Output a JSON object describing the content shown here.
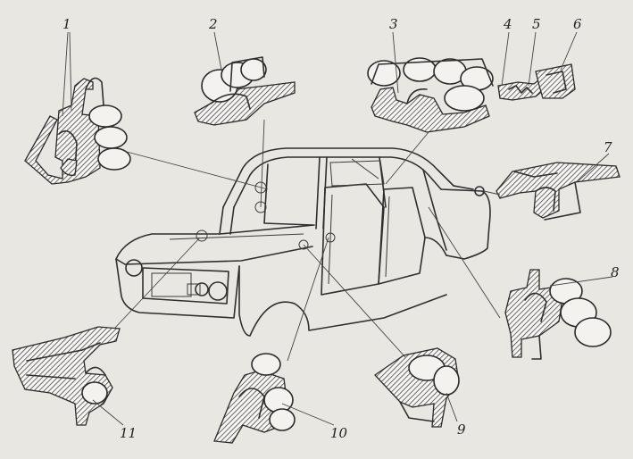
{
  "callouts": [
    {
      "id": 1,
      "label": "1"
    },
    {
      "id": 2,
      "label": "2"
    },
    {
      "id": 3,
      "label": "3"
    },
    {
      "id": 4,
      "label": "4"
    },
    {
      "id": 5,
      "label": "5"
    },
    {
      "id": 6,
      "label": "6"
    },
    {
      "id": 7,
      "label": "7"
    },
    {
      "id": 8,
      "label": "8"
    },
    {
      "id": 9,
      "label": "9"
    },
    {
      "id": 10,
      "label": "10"
    },
    {
      "id": 11,
      "label": "11"
    }
  ],
  "colors": {
    "paper": "#e9e7e2",
    "ink": "#2f2f2f"
  }
}
